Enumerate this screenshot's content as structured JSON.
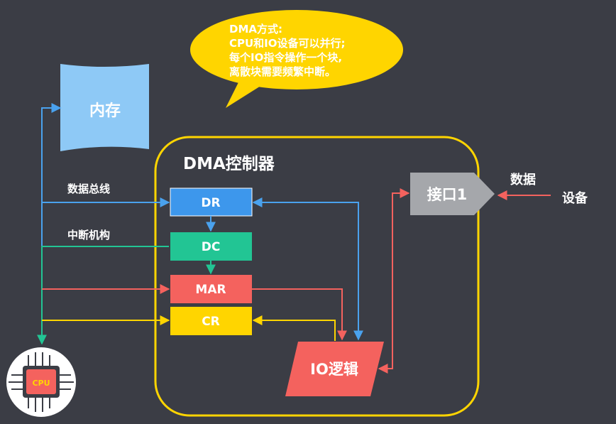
{
  "callout": {
    "line1": "DMA方式:",
    "line2": "CPU和IO设备可以并行;",
    "line3": "每个IO指令操作一个块,",
    "line4": "离散块需要频繁中断。"
  },
  "memory": {
    "label": "内存"
  },
  "controller": {
    "title": "DMA控制器"
  },
  "registers": {
    "dr": "DR",
    "dc": "DC",
    "mar": "MAR",
    "cr": "CR"
  },
  "bus_labels": {
    "data_bus": "数据总线",
    "interrupt": "中断机构"
  },
  "interface": {
    "label": "接口1"
  },
  "io_logic": {
    "label": "IO逻辑"
  },
  "device": {
    "data_label": "数据",
    "device_label": "设备"
  },
  "cpu": {
    "label": "CPU"
  },
  "colors": {
    "background": "#3b3d45",
    "callout": "#ffd500",
    "memory": "#8ec9f6",
    "controller_border": "#ffd500",
    "dr": "#3d97ec",
    "dc": "#22c594",
    "mar": "#f4625e",
    "cr": "#ffd500",
    "interface": "#a5a7ab",
    "io_logic": "#f4625e",
    "line_blue": "#4aa2ee",
    "line_green": "#22c594",
    "line_red": "#f4625e",
    "line_yellow": "#ffd500"
  }
}
